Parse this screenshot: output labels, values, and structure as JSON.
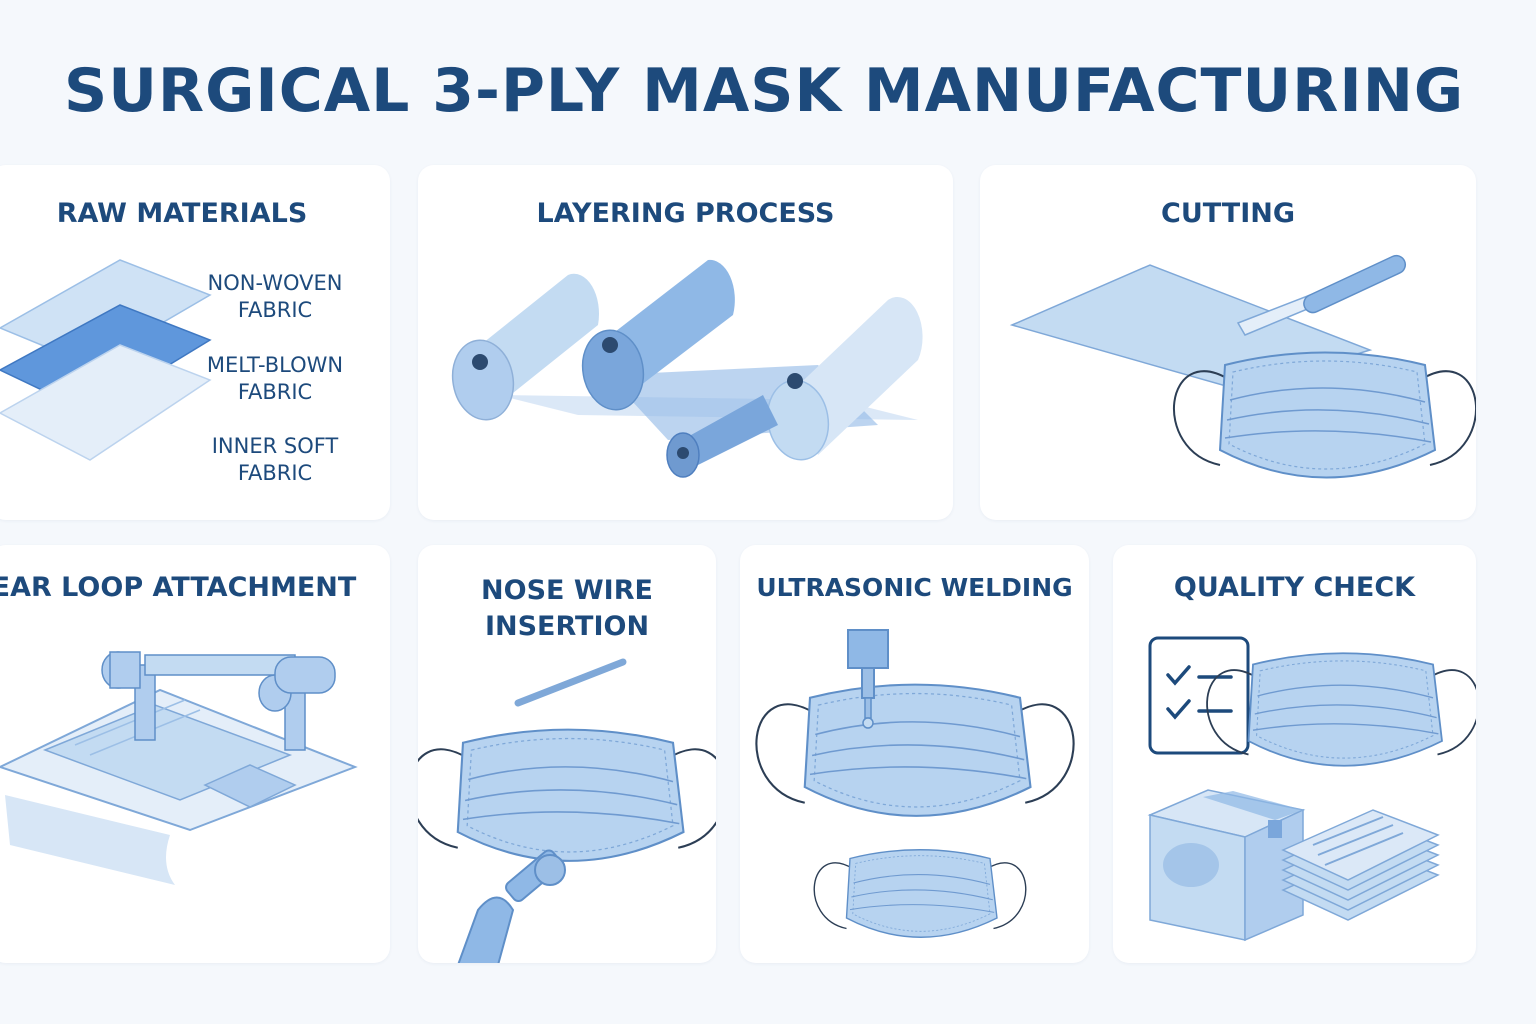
{
  "title": "SURGICAL 3-PLY MASK MANUFACTURING",
  "steps": {
    "raw_materials": {
      "title": "RAW MATERIALS",
      "labels": [
        "NON-WOVEN",
        "FABRIC",
        "MELT-BLOWN",
        "FABRIC",
        "INNER SOFT",
        "FABRIC"
      ]
    },
    "layering": {
      "title": "LAYERING PROCESS"
    },
    "cutting": {
      "title": "CUTTING"
    },
    "ear_loop": {
      "title": "EAR LOOP ATTACHMENT"
    },
    "nose_wire": {
      "title_line1": "NOSE WIRE",
      "title_line2": "INSERTION"
    },
    "welding": {
      "title": "ULTRASONIC WELDING"
    },
    "quality": {
      "title": "QUALITY CHECK"
    }
  },
  "colors": {
    "navy": "#1d4a7c",
    "light_blue": "#c3dbf2",
    "mid_blue": "#8fb8e6",
    "deep_blue": "#5f97dc",
    "background": "#f5f8fc"
  }
}
